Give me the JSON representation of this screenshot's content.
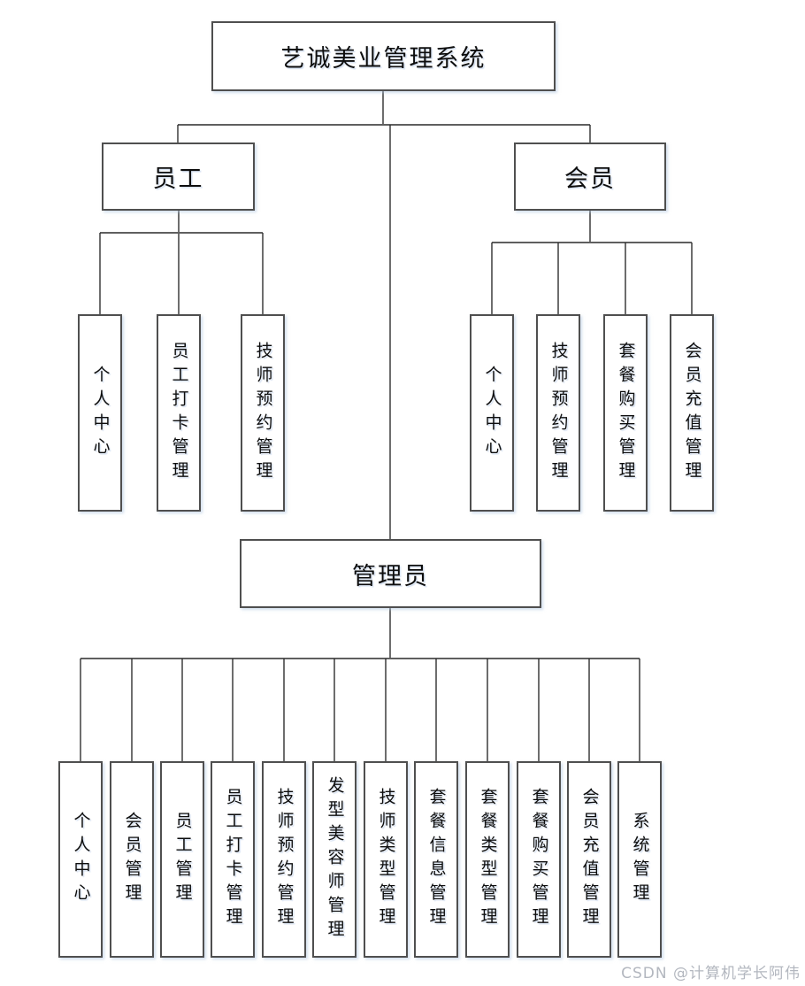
{
  "diagram": {
    "root": {
      "label": "艺诚美业管理系统"
    },
    "branches": [
      {
        "label": "员工",
        "children": [
          "个人中心",
          "员工打卡管理",
          "技师预约管理"
        ]
      },
      {
        "label": "会员",
        "children": [
          "个人中心",
          "技师预约管理",
          "套餐购买管理",
          "会员充值管理"
        ]
      },
      {
        "label": "管理员",
        "children": [
          "个人中心",
          "会员管理",
          "员工管理",
          "员工打卡管理",
          "技师预约管理",
          "发型美容师管理",
          "技师类型管理",
          "套餐信息管理",
          "套餐类型管理",
          "套餐购买管理",
          "会员充值管理",
          "系统管理"
        ]
      }
    ]
  },
  "watermark": "CSDN @计算机学长阿伟",
  "colors": {
    "background": "#ffffff",
    "box_fill": "#ffffff",
    "box_border": "#4f4f4f",
    "connector_line": "#2f2f2f",
    "connector_bus": "#5f5f5f",
    "text": "#0e0e0e",
    "watermark_text": "#b3b7bf",
    "shadow": "#adc4e0"
  }
}
